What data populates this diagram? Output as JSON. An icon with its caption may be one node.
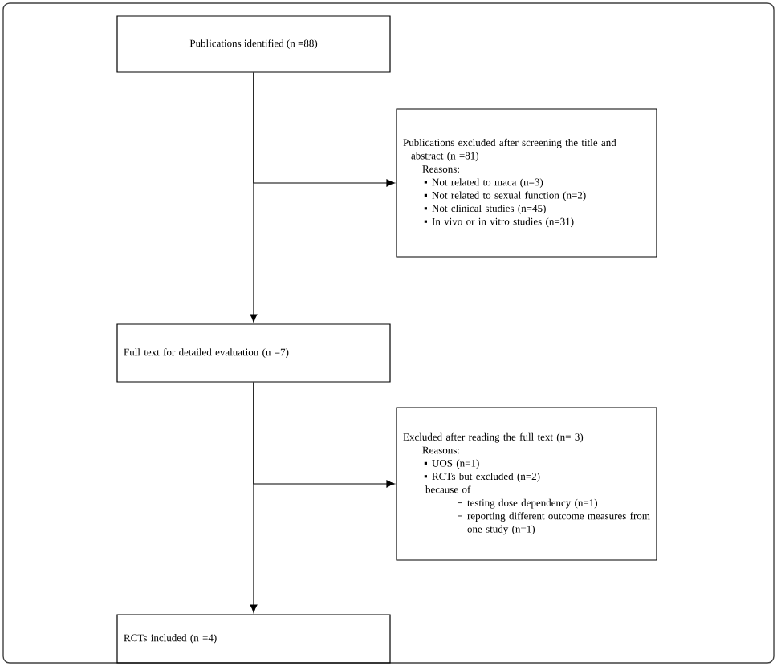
{
  "diagram": {
    "nodes": [
      {
        "text": [
          "Publications identified (n =88)"
        ]
      },
      {
        "text": [
          "Publications excluded after screening the title and abstract (n =81)",
          "Reasons:",
          "Not related to maca (n=3)",
          "Not related to sexual function (n=2)",
          "Not clinical studies (n=45)",
          "In vivo or in vitro studies (n=31)"
        ]
      },
      {
        "text": [
          "Full text for detailed evaluation (n =7)"
        ]
      },
      {
        "text": [
          "Excluded after reading the full text (n= 3)",
          "Reasons:",
          "UOS (n=1)",
          "RCTs but excluded (n=2)",
          "because of",
          "testing dose dependency (n=1)",
          "reporting different outcome measures from one study (n=1)"
        ]
      },
      {
        "text": [
          "RCTs included (n =4)"
        ]
      }
    ],
    "edges": [
      {
        "from": 0,
        "to": 2,
        "arrow": "to"
      },
      {
        "from": 0,
        "to": 1,
        "arrow": "to"
      },
      {
        "from": 2,
        "to": 4,
        "arrow": "to"
      },
      {
        "from": 2,
        "to": 3,
        "arrow": "to"
      }
    ]
  }
}
